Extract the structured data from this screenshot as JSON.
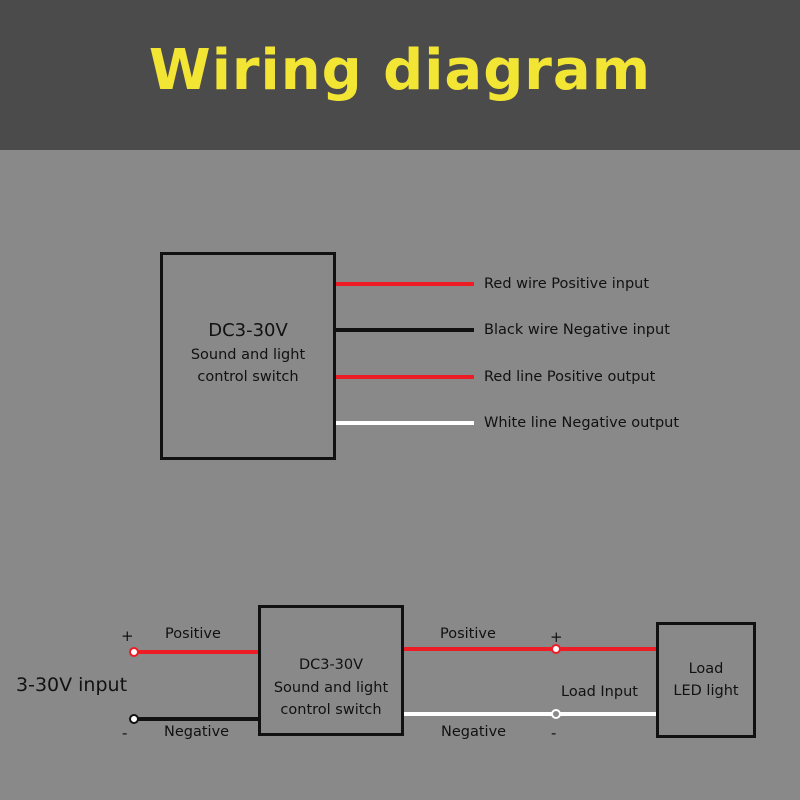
{
  "title": "Wiring diagram",
  "colors": {
    "title": "#f3e534",
    "header_bg": "#4b4b4b",
    "background": "#898989",
    "red_wire": "#ee1c24",
    "black_wire": "#111111",
    "white_wire": "#ffffff"
  },
  "top_diagram": {
    "box_line1": "DC3-30V",
    "box_line2": "Sound and light",
    "box_line3": "control switch",
    "wires": [
      {
        "color": "red",
        "label": "Red wire Positive input"
      },
      {
        "color": "black",
        "label": "Black wire Negative input"
      },
      {
        "color": "red",
        "label": "Red line Positive output"
      },
      {
        "color": "white",
        "label": "White line Negative output"
      }
    ]
  },
  "bottom_diagram": {
    "input_label": "3-30V input",
    "plus": "+",
    "minus": "-",
    "left_positive": "Positive",
    "left_negative": "Negative",
    "switch_line1": "DC3-30V",
    "switch_line2": "Sound and light",
    "switch_line3": "control switch",
    "right_positive": "Positive",
    "right_negative": "Negative",
    "load_input": "Load Input",
    "load_line1": "Load",
    "load_line2": "LED light"
  }
}
